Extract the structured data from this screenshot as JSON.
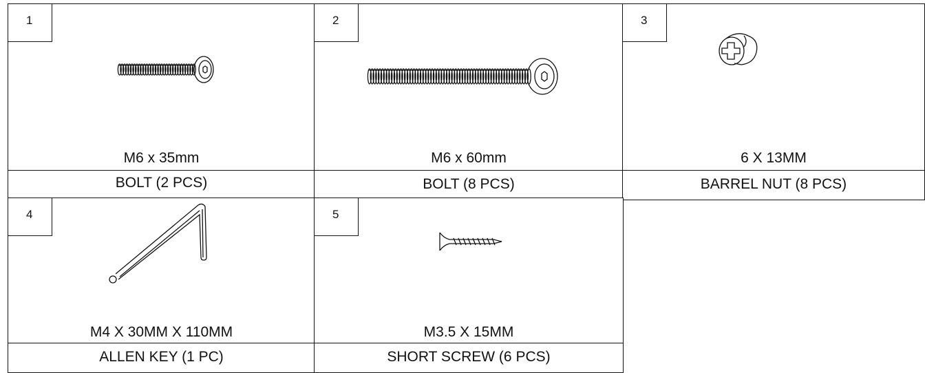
{
  "parts": [
    {
      "number": "1",
      "spec": "M6 x 35mm",
      "name": "BOLT (2 PCS)",
      "icon": "bolt-icon"
    },
    {
      "number": "2",
      "spec": "M6 x 60mm",
      "name": "BOLT (8 PCS)",
      "icon": "bolt-icon"
    },
    {
      "number": "3",
      "spec": "6 X 13MM",
      "name": "BARREL NUT (8 PCS)",
      "icon": "barrel-nut-icon"
    },
    {
      "number": "4",
      "spec": "M4 X 30MM X 110MM",
      "name": "ALLEN KEY (1 PC)",
      "icon": "allen-key-icon"
    },
    {
      "number": "5",
      "spec": "M3.5 X 15MM",
      "name": "SHORT SCREW  (6 PCS)",
      "icon": "short-screw-icon"
    }
  ]
}
